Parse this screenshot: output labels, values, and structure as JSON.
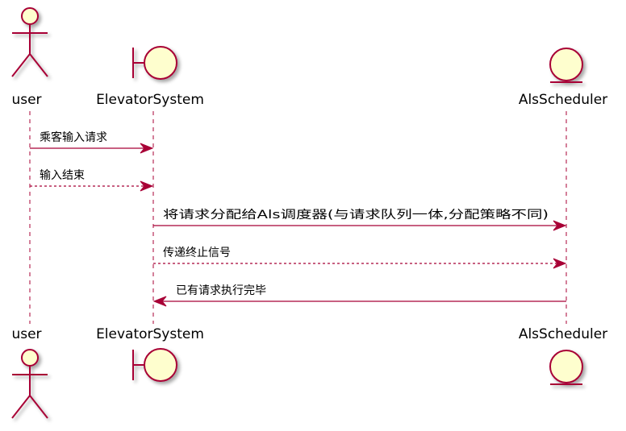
{
  "colors": {
    "line": "#A80036",
    "fill": "#FEFECE",
    "text": "#000000",
    "background": "#FFFFFF"
  },
  "participants": [
    {
      "id": "user",
      "name": "user",
      "shape": "actor"
    },
    {
      "id": "elevator",
      "name": "ElevatorSystem",
      "shape": "boundary"
    },
    {
      "id": "scheduler",
      "name": "AlsScheduler",
      "shape": "entity"
    }
  ],
  "messages": [
    {
      "from": "user",
      "to": "elevator",
      "label": "乘客输入请求",
      "style": "solid"
    },
    {
      "from": "user",
      "to": "elevator",
      "label": "输入结束",
      "style": "dashed"
    },
    {
      "from": "elevator",
      "to": "scheduler",
      "label": "将请求分配给Als调度器(与请求队列一体,分配策略不同)",
      "style": "solid"
    },
    {
      "from": "elevator",
      "to": "scheduler",
      "label": "传递终止信号",
      "style": "dashed"
    },
    {
      "from": "scheduler",
      "to": "elevator",
      "label": "已有请求执行完毕",
      "style": "solid"
    }
  ]
}
